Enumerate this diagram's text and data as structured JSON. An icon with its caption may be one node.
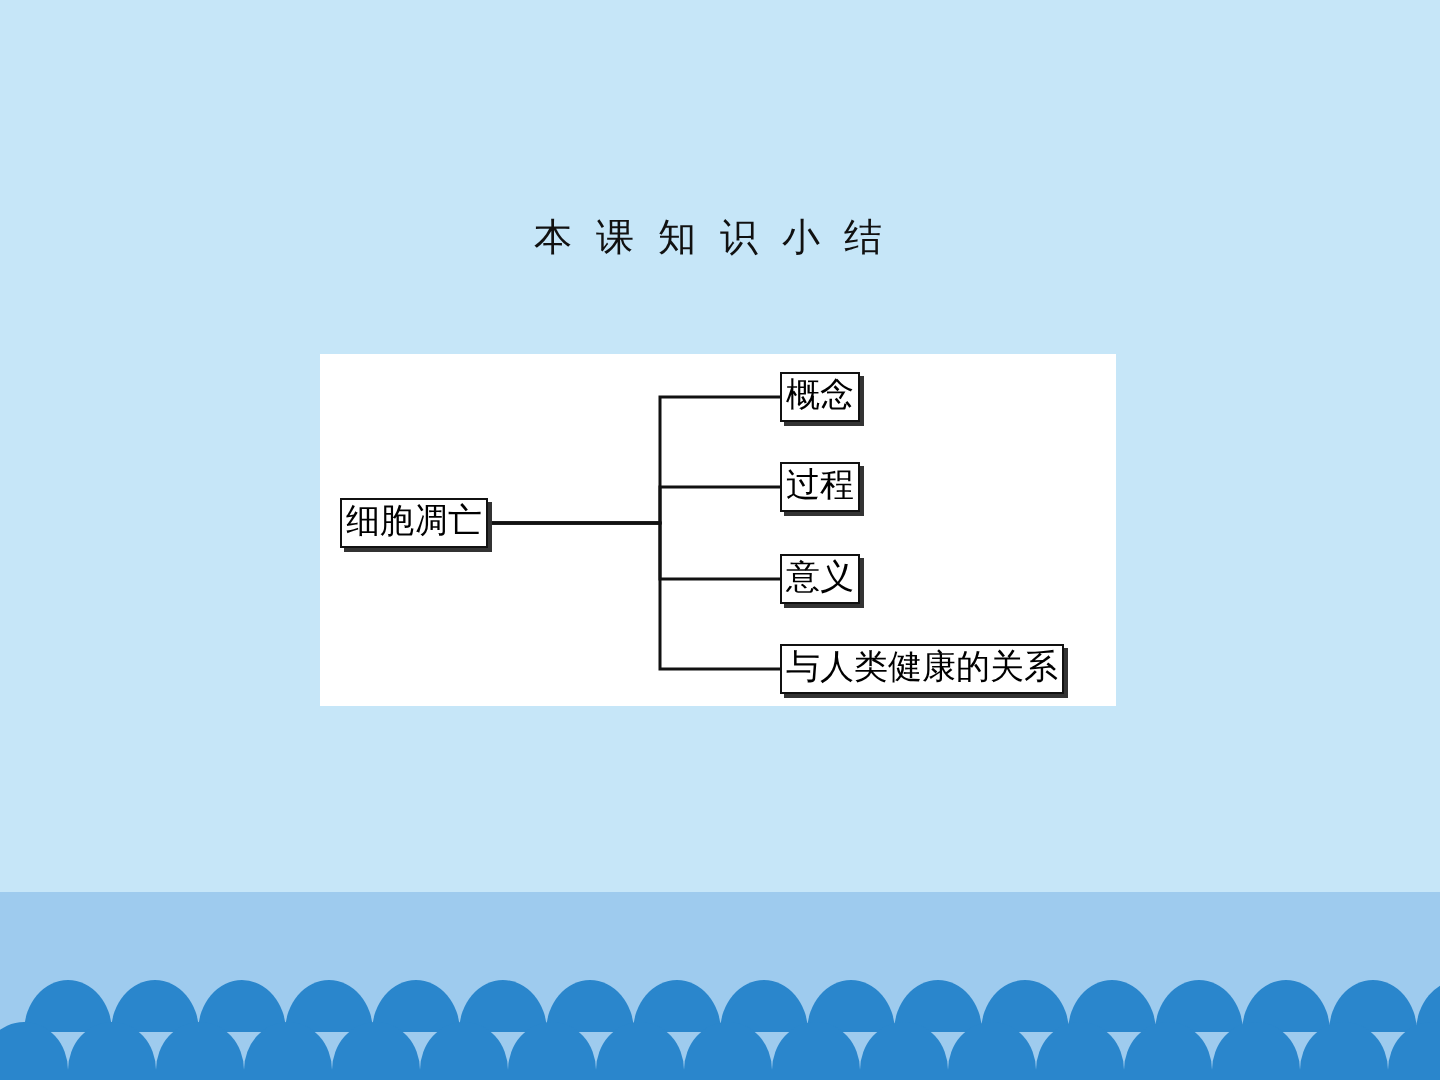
{
  "diagram": {
    "title": "本课知识小结",
    "nodes": [
      {
        "text": [
          "细胞凋亡"
        ]
      },
      {
        "text": [
          "概念"
        ]
      },
      {
        "text": [
          "过程"
        ]
      },
      {
        "text": [
          "意义"
        ]
      },
      {
        "text": [
          "与人类健康的关系"
        ]
      }
    ],
    "edges": [
      {
        "from": 0,
        "to": 1,
        "arrow": "none"
      },
      {
        "from": 0,
        "to": 2,
        "arrow": "none"
      },
      {
        "from": 0,
        "to": 3,
        "arrow": "none"
      },
      {
        "from": 0,
        "to": 4,
        "arrow": "none"
      }
    ]
  }
}
